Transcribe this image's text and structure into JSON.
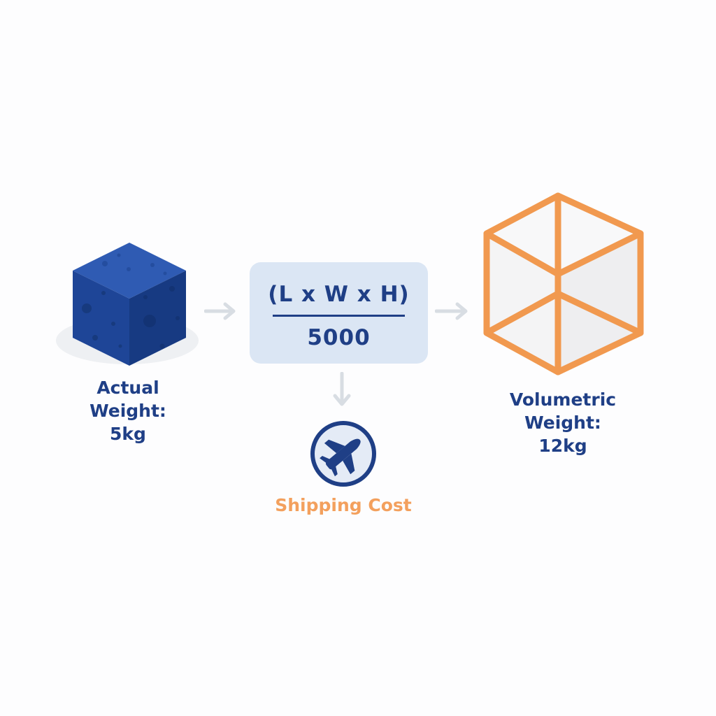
{
  "actual": {
    "label_line1": "Actual",
    "label_line2": "Weight:",
    "label_line3": "5kg",
    "icon": "solid-cube-icon",
    "color": "#1e4597"
  },
  "formula": {
    "numerator": "(L x W x H)",
    "denominator": "5000",
    "background": "#dbe6f4",
    "text_color": "#1f3f86"
  },
  "volumetric": {
    "label_line1": "Volumetric",
    "label_line2": "Weight:",
    "label_line3": "12kg",
    "icon": "wireframe-cube-icon",
    "color": "#f1994f"
  },
  "shipping": {
    "label": "Shipping Cost",
    "icon": "airplane-icon",
    "color": "#f3a05d"
  },
  "arrow_color": "#d8dde3"
}
